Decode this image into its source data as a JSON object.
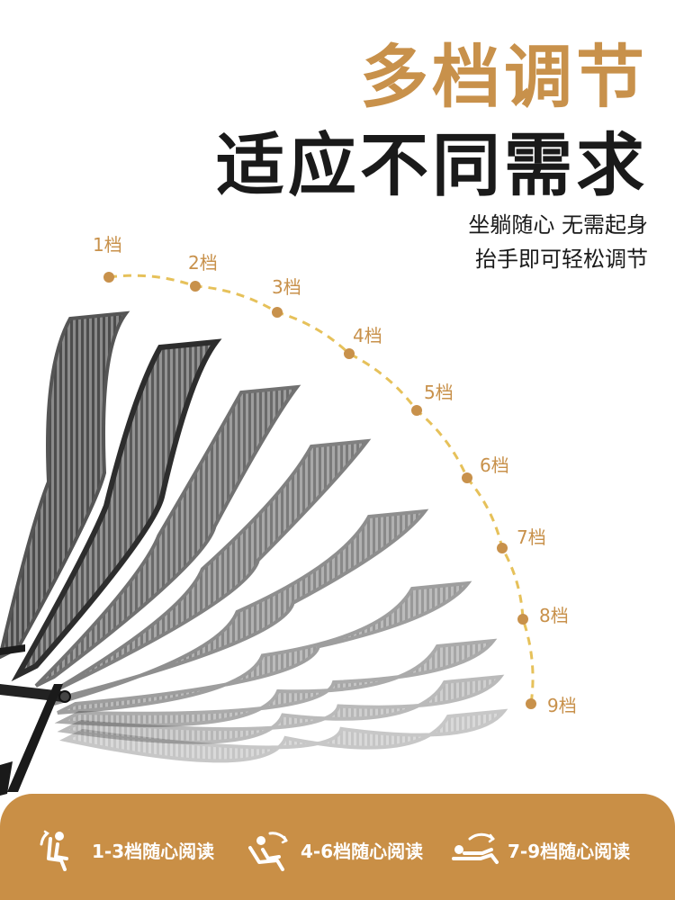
{
  "title": {
    "line1": "多档调节",
    "line2": "适应不同需求"
  },
  "subtitle": {
    "line1": "坐躺随心 无需起身",
    "line2": "抬手即可轻松调节"
  },
  "gears": [
    "1档",
    "2档",
    "3档",
    "4档",
    "5档",
    "6档",
    "7档",
    "8档",
    "9档"
  ],
  "modes": [
    {
      "label": "1-3档随心阅读",
      "icon": "upright-sitting-icon"
    },
    {
      "label": "4-6档随心阅读",
      "icon": "reclined-sitting-icon"
    },
    {
      "label": "7-9档随心阅读",
      "icon": "lying-flat-icon"
    }
  ],
  "colors": {
    "accent": "#c8914b",
    "accent_dark": "#b07a35",
    "dot": "#c8914b",
    "dash": "#e6c15a",
    "title_dark": "#1a1a1a",
    "bar": "#c98f46",
    "mesh": "#6b6b6b",
    "frame": "#1c1c1c"
  }
}
